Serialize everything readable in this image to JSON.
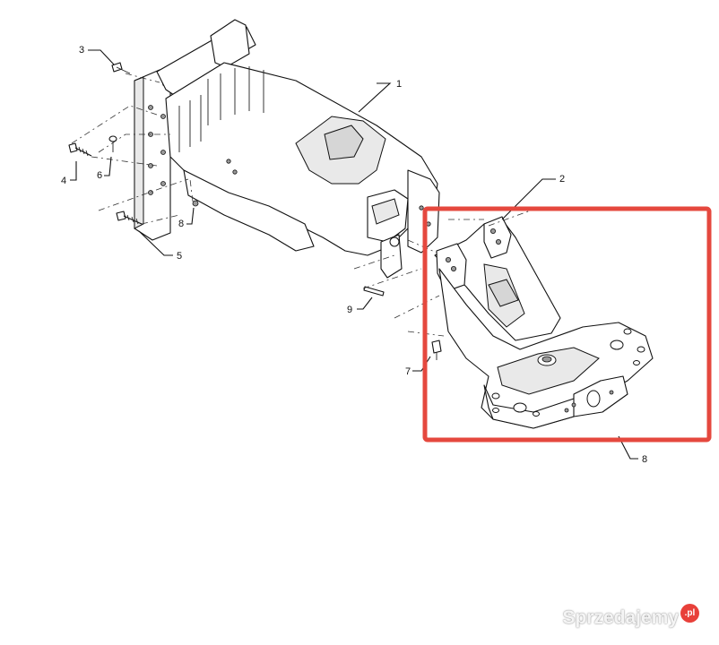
{
  "diagram": {
    "callouts": {
      "c1": "1",
      "c2": "2",
      "c3": "3",
      "c4": "4",
      "c5": "5",
      "c6": "6",
      "c7": "7",
      "c8a": "8",
      "c8b": "8",
      "c9": "9"
    },
    "highlight_color": "#e5483e"
  },
  "watermark": {
    "text": "Sprzedajemy",
    "suffix": ".pl"
  }
}
